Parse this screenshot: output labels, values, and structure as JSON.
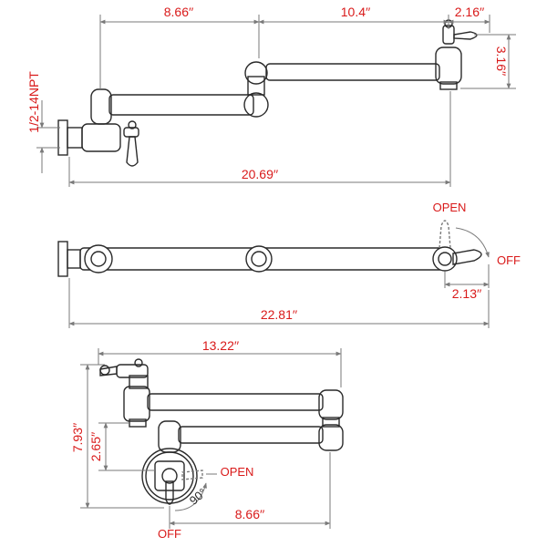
{
  "colors": {
    "label_red": "#d91a1a",
    "outline": "#2a2a2a",
    "dim_line": "#7a7a7a"
  },
  "top_view": {
    "dim_left_span": "8.66′′",
    "dim_mid_span": "10.4′′",
    "dim_spout_width": "2.16′′",
    "dim_spout_height": "3.16′′",
    "dim_thread": "1/2-14NPT",
    "dim_overall": "20.69′′"
  },
  "mid_view": {
    "label_open": "OPEN",
    "label_off": "OFF",
    "dim_handle": "2.13′′",
    "dim_overall": "22.81′′"
  },
  "bottom_view": {
    "dim_width": "13.22′′",
    "dim_height": "7.93′′",
    "dim_offset": "2.65′′",
    "label_open": "OPEN",
    "label_off": "OFF",
    "label_angle": "90°",
    "dim_arm": "8.66′′"
  }
}
